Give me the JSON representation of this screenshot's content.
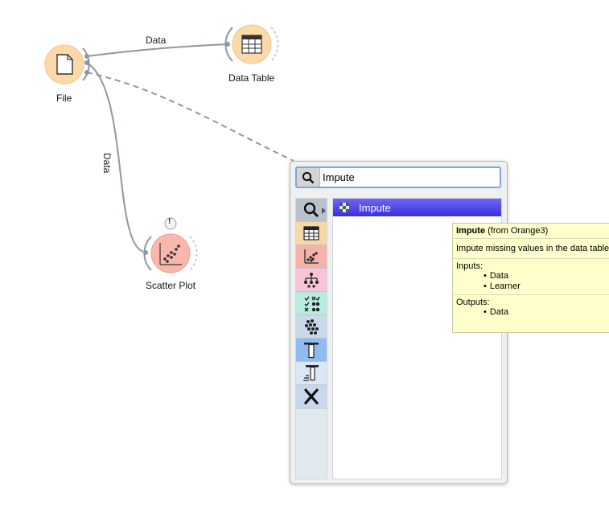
{
  "canvas": {
    "nodes": {
      "file": {
        "label": "File",
        "icon": "document-icon"
      },
      "data_table": {
        "label": "Data Table",
        "icon": "table-icon"
      },
      "scatter_plot": {
        "label": "Scatter Plot",
        "icon": "scatter-icon",
        "warning": "!"
      }
    },
    "links": {
      "file_to_table": {
        "label": "Data"
      },
      "file_to_scatter": {
        "label": "Data"
      }
    }
  },
  "quick_menu": {
    "search": {
      "value": "Impute",
      "icon": "search-icon"
    },
    "categories": [
      {
        "name": "search",
        "icon": "search-icon",
        "color": "#b9c2ca"
      },
      {
        "name": "data",
        "icon": "table-icon",
        "color": "#f6d8a7"
      },
      {
        "name": "visualize",
        "icon": "scatter-icon",
        "color": "#f4b3a8"
      },
      {
        "name": "model",
        "icon": "tree-icon",
        "color": "#f7c3d6"
      },
      {
        "name": "evaluate",
        "icon": "matrix-icon",
        "color": "#b7ece0"
      },
      {
        "name": "unsupervised",
        "icon": "cluster-icon",
        "color": "#c9d9ea"
      },
      {
        "name": "text",
        "icon": "text-icon",
        "color": "#8fbbf0"
      },
      {
        "name": "prototypes",
        "icon": "prototype-icon",
        "color": "#dbe7f5"
      },
      {
        "name": "other",
        "icon": "x-icon",
        "color": "#c8d8ec"
      }
    ],
    "results": [
      {
        "label": "Impute",
        "icon": "impute-icon"
      }
    ]
  },
  "tooltip": {
    "title": "Impute",
    "source": "(from Orange3)",
    "description": "Impute missing values in the data table",
    "inputs_label": "Inputs:",
    "inputs": [
      "Data",
      "Learner"
    ],
    "outputs_label": "Outputs:",
    "outputs": [
      "Data"
    ]
  },
  "colors": {
    "node_data": "#fcd9a8",
    "node_visualize": "#f9b7ae",
    "link": "#8c98a2",
    "highlight": "#4a3fe8"
  }
}
